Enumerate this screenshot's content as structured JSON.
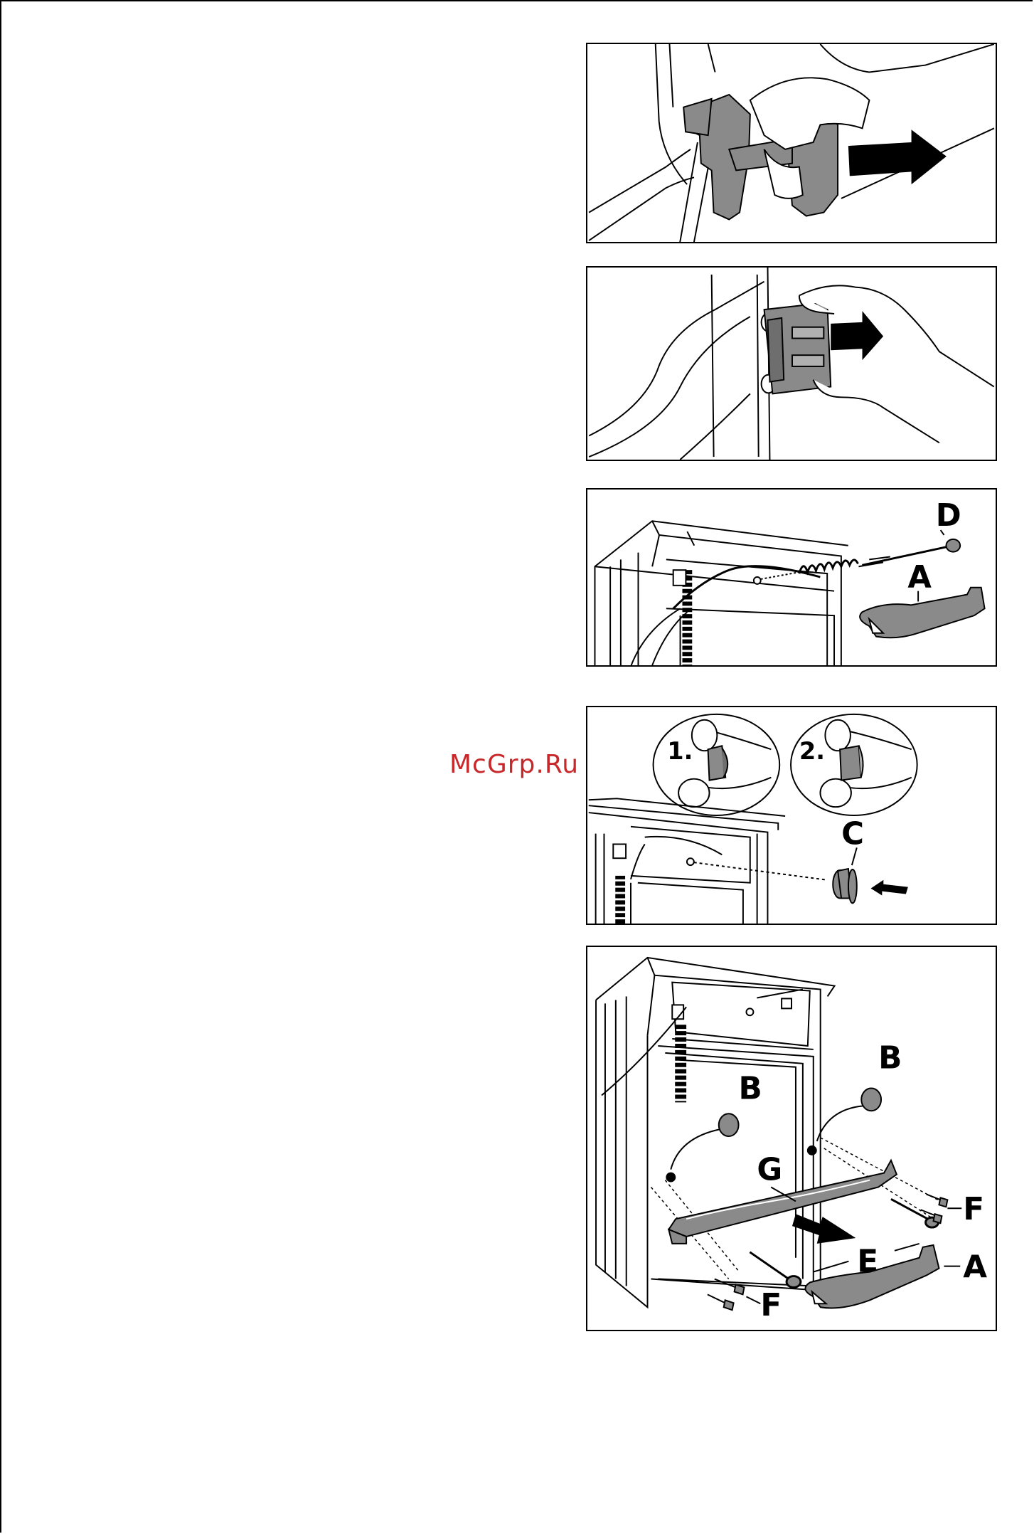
{
  "watermark": "McGrp.Ru",
  "figures": {
    "fig4": {
      "step1": "1.",
      "step2": "2.",
      "label_c": "C"
    },
    "fig3": {
      "label_d": "D",
      "label_a": "A"
    },
    "fig5": {
      "label_b_left": "B",
      "label_b_right": "B",
      "label_g": "G",
      "label_e": "E",
      "label_f_right": "F",
      "label_f_left": "F",
      "label_a": "A"
    }
  },
  "colors": {
    "line": "#000000",
    "part_gray": "#8a8a8a",
    "watermark": "#c8282a"
  }
}
